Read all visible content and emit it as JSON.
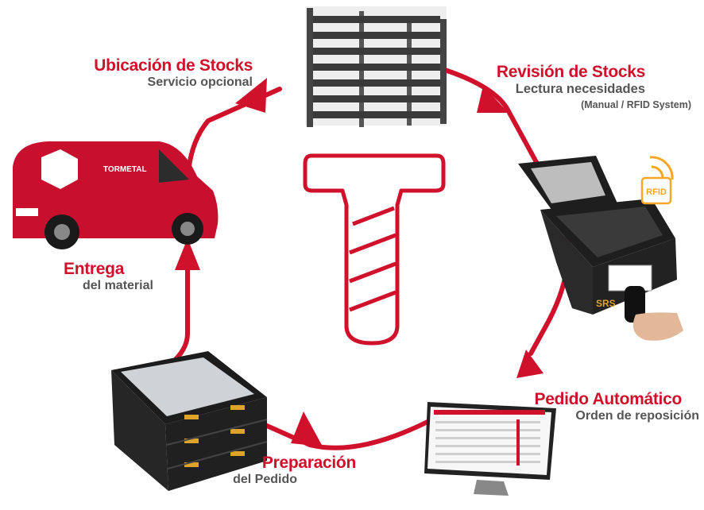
{
  "colors": {
    "accent": "#d0112b",
    "subtitle": "#555555",
    "rfid": "#f5a623",
    "crate": "#2a2a2a",
    "crate_label": "#e0a32a"
  },
  "steps": [
    {
      "title": "Ubicación de Stocks",
      "subtitle": "Servicio opcional",
      "icon": "shelving-icon"
    },
    {
      "title": "Revisión de Stocks",
      "subtitle": "Lectura necesidades",
      "note": "(Manual / RFID System)",
      "icon": "crate-rfid-icon"
    },
    {
      "title": "Pedido Automático",
      "subtitle": "Orden de reposición",
      "icon": "monitor-icon"
    },
    {
      "title": "Preparación",
      "subtitle": "del Pedido",
      "icon": "stacked-crates-icon"
    },
    {
      "title": "Entrega",
      "subtitle": "del material",
      "icon": "van-icon"
    }
  ],
  "van_brand": "TORMETAL",
  "rfid_badge": "RFID",
  "crate_brand": "SRS"
}
